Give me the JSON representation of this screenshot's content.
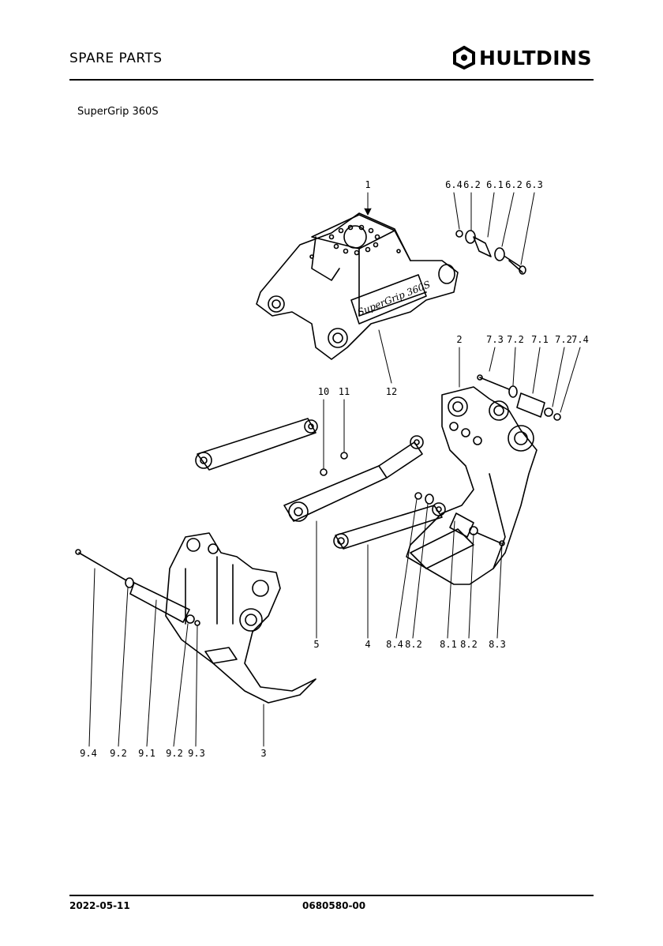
{
  "header": {
    "section_title": "SPARE PARTS",
    "brand": "HULTDINS"
  },
  "subtitle": "SuperGrip 360S",
  "footer": {
    "date": "2022-05-11",
    "doc_number": "0680580-00"
  },
  "drawing": {
    "engraving_1": "SuperGrip 360S",
    "callouts": [
      "1",
      "6.4",
      "6.2",
      "6.1",
      "6.2",
      "6.3",
      "12",
      "2",
      "7.3",
      "7.2",
      "7.1",
      "7.2",
      "7.4",
      "10",
      "11",
      "5",
      "4",
      "8.4",
      "8.2",
      "8.1",
      "8.2",
      "8.3",
      "9.4",
      "9.2",
      "9.1",
      "9.2",
      "9.3",
      "3"
    ]
  }
}
